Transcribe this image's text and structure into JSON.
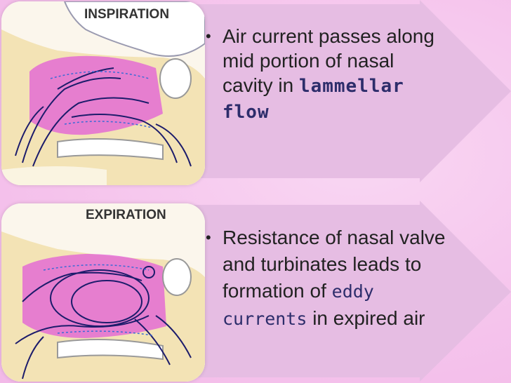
{
  "slide": {
    "panels": [
      {
        "image_title": "INSPIRATION",
        "bullet_parts": [
          "Air current passes along mid portion of nasal cavity in "
        ],
        "highlight": "lammellar flow",
        "bullet_tail": ""
      },
      {
        "image_title": "EXPIRATION",
        "bullet_parts": [
          "Resistance of nasal valve and turbinates leads to formation of "
        ],
        "highlight": "eddy currents",
        "bullet_tail": " in expired air"
      }
    ],
    "bullet_symbol": "•"
  },
  "colors": {
    "background": "#f6c6ee",
    "arrow_fill": "#e7bfe3",
    "highlight_text": "#2d2d6b",
    "airflow": "#1c1c6b",
    "cavity": "#e04ad6"
  }
}
